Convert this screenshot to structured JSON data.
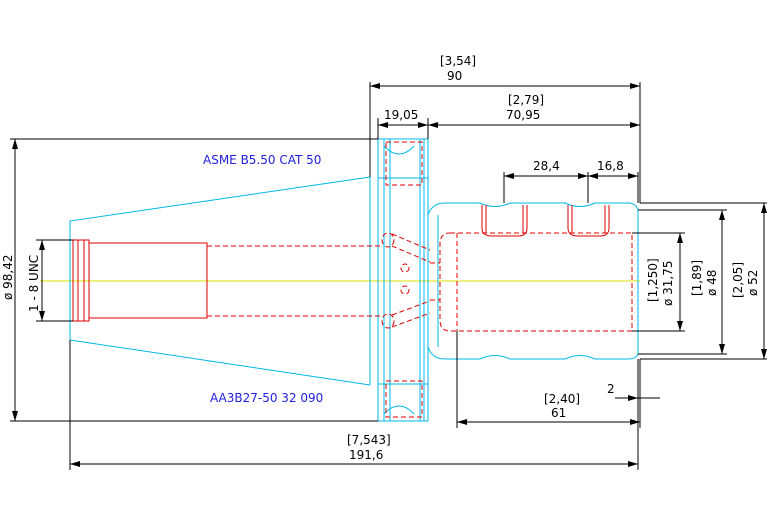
{
  "notes": {
    "standard": "ASME B5.50 CAT 50",
    "part_number": "AA3B27-50 32 090"
  },
  "dimensions": {
    "total_length_in": "[7,543]",
    "total_length_mm": "191,6",
    "projection_in": "[3,54]",
    "projection_mm": "90",
    "flange_width": "19,05",
    "nose_length_in": "[2,79]",
    "nose_length_mm": "70,95",
    "bore_depth_in": "[2,40]",
    "bore_depth_mm": "61",
    "flange_dia": "ø 98,42",
    "drawbar_thread": "1 - 8 UNC",
    "screw_pos_1": "28,4",
    "screw_pos_2": "16,8",
    "bore_dia_in": "[1,250]",
    "bore_dia_mm": "ø 31,75",
    "nose_dia_in": "[1,89]",
    "nose_dia_mm": "ø 48",
    "body_dia_in": "[2,05]",
    "body_dia_mm": "ø 52",
    "end_offset": "2"
  },
  "colors": {
    "outline": "#00b8e8",
    "hidden_lines": "#e00000",
    "centerline": "#e0e000",
    "dimension": "#000000",
    "note_text": "#2020e0"
  }
}
